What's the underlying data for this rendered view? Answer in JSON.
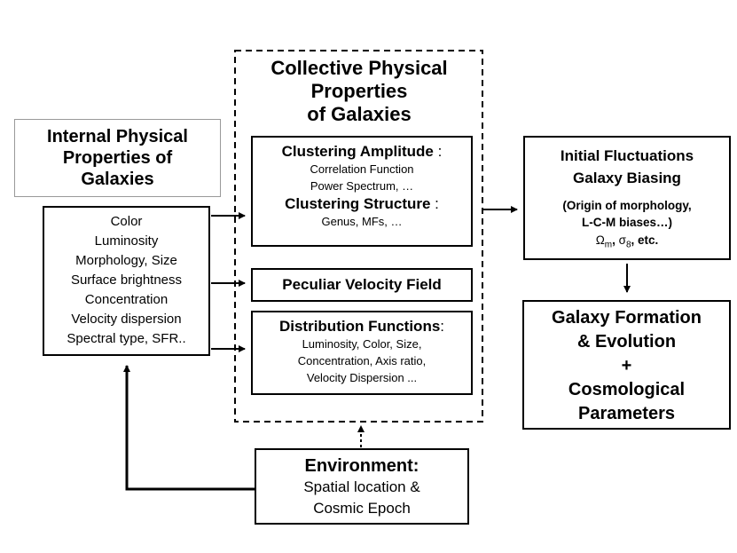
{
  "collective": {
    "title_lines": [
      "Collective Physical",
      "Properties",
      "of Galaxies"
    ],
    "clustering_box": {
      "amplitude_heading": "Clustering Amplitude",
      "amplitude_items": [
        "Correlation Function",
        "Power Spectrum, …"
      ],
      "structure_heading": "Clustering Structure",
      "structure_items": [
        "Genus, MFs, …"
      ],
      "separator": ":"
    },
    "velocity_box": {
      "label": "Peculiar Velocity Field"
    },
    "distribution_box": {
      "heading": "Distribution Functions",
      "separator": ":",
      "items": [
        "Luminosity, Color, Size,",
        "Concentration,  Axis ratio,",
        "Velocity Dispersion ..."
      ]
    }
  },
  "internal": {
    "title_lines": [
      "Internal Physical",
      "Properties of",
      "Galaxies"
    ],
    "items": [
      "Color",
      "Luminosity",
      "Morphology, Size",
      "Surface brightness",
      "Concentration",
      "Velocity dispersion",
      "Spectral type, SFR.."
    ]
  },
  "initial": {
    "title_lines": [
      "Initial Fluctuations",
      "Galaxy Biasing"
    ],
    "note_lines": [
      "(Origin of morphology,",
      "L-C-M biases…)"
    ],
    "params": {
      "omega": "Ω",
      "omega_sub": "m",
      "sep1": ", ",
      "sigma": "σ",
      "sigma_sub": "8",
      "tail": ", etc."
    }
  },
  "formation": {
    "lines": [
      "Galaxy Formation",
      "& Evolution",
      "+",
      "Cosmological",
      "Parameters"
    ]
  },
  "environment": {
    "heading": "Environment:",
    "lines": [
      "Spatial location &",
      "Cosmic Epoch"
    ]
  }
}
